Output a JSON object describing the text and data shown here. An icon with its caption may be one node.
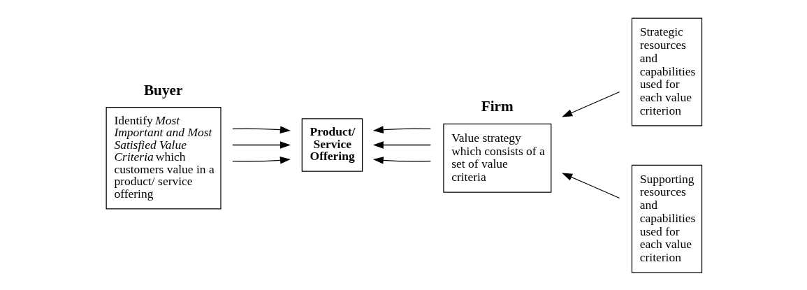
{
  "diagram": {
    "nodes": [
      {
        "text": [
          "Buyer",
          "Identify *Most Important and Most Satisfied Value Criteria* which customers value in a product/ service offering"
        ]
      },
      {
        "text": [
          "Product/ Service Offering"
        ]
      },
      {
        "text": [
          "Firm",
          "Value strategy which consists of a set of value criteria"
        ]
      },
      {
        "text": [
          "Strategic resources and capabilities used for each value criterion"
        ]
      },
      {
        "text": [
          "Supporting resources and capabilities used for each value criterion"
        ]
      }
    ],
    "edges": [
      {
        "from": 0,
        "to": 1,
        "arrow": "to"
      },
      {
        "from": 0,
        "to": 1,
        "arrow": "to"
      },
      {
        "from": 0,
        "to": 1,
        "arrow": "to"
      },
      {
        "from": 2,
        "to": 1,
        "arrow": "to"
      },
      {
        "from": 2,
        "to": 1,
        "arrow": "to"
      },
      {
        "from": 2,
        "to": 1,
        "arrow": "to"
      },
      {
        "from": 3,
        "to": 2,
        "arrow": "to"
      },
      {
        "from": 4,
        "to": 2,
        "arrow": "to"
      }
    ]
  }
}
